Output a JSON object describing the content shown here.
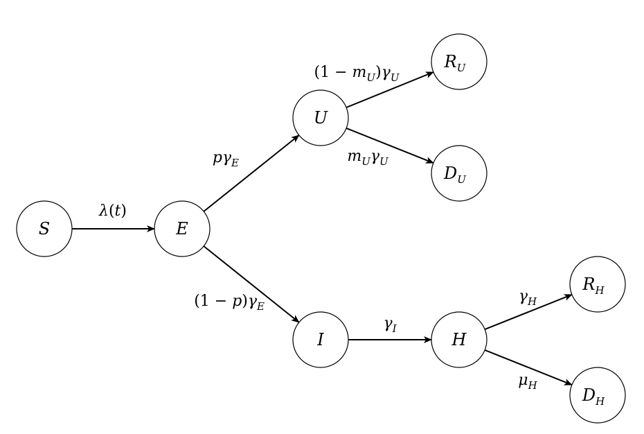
{
  "nodes": [
    {
      "id": "S",
      "label": "S",
      "sub": ""
    },
    {
      "id": "E",
      "label": "E",
      "sub": ""
    },
    {
      "id": "U",
      "label": "U",
      "sub": ""
    },
    {
      "id": "I",
      "label": "I",
      "sub": ""
    },
    {
      "id": "H",
      "label": "H",
      "sub": ""
    },
    {
      "id": "RU",
      "label": "R",
      "sub": "U"
    },
    {
      "id": "DU",
      "label": "D",
      "sub": "U"
    },
    {
      "id": "RH",
      "label": "R",
      "sub": "H"
    },
    {
      "id": "DH",
      "label": "D",
      "sub": "H"
    }
  ],
  "edges": [
    {
      "id": "S-E",
      "from": "S",
      "to": "E",
      "label": [
        {
          "t": "λ"
        },
        {
          "t": "(",
          "up": true
        },
        {
          "t": "t"
        },
        {
          "t": ")",
          "up": true
        }
      ]
    },
    {
      "id": "E-U",
      "from": "E",
      "to": "U",
      "label": [
        {
          "t": "pγ"
        },
        {
          "t": "E",
          "sub": true
        }
      ]
    },
    {
      "id": "E-I",
      "from": "E",
      "to": "I",
      "label": [
        {
          "t": "(1 − ",
          "up": true
        },
        {
          "t": "p"
        },
        {
          "t": ")",
          "up": true
        },
        {
          "t": "γ"
        },
        {
          "t": "E",
          "sub": true
        }
      ]
    },
    {
      "id": "U-RU",
      "from": "U",
      "to": "RU",
      "label": [
        {
          "t": "(1 − ",
          "up": true
        },
        {
          "t": "m"
        },
        {
          "t": "U",
          "sub": true
        },
        {
          "t": ")",
          "up": true
        },
        {
          "t": "γ"
        },
        {
          "t": "U",
          "sub": true
        }
      ]
    },
    {
      "id": "U-DU",
      "from": "U",
      "to": "DU",
      "label": [
        {
          "t": "m"
        },
        {
          "t": "U",
          "sub": true
        },
        {
          "t": "γ"
        },
        {
          "t": "U",
          "sub": true
        }
      ]
    },
    {
      "id": "I-H",
      "from": "I",
      "to": "H",
      "label": [
        {
          "t": "γ"
        },
        {
          "t": "I",
          "sub": true
        }
      ]
    },
    {
      "id": "H-RH",
      "from": "H",
      "to": "RH",
      "label": [
        {
          "t": "γ"
        },
        {
          "t": "H",
          "sub": true
        }
      ]
    },
    {
      "id": "H-DH",
      "from": "H",
      "to": "DH",
      "label": [
        {
          "t": "μ"
        },
        {
          "t": "H",
          "sub": true
        }
      ]
    }
  ]
}
